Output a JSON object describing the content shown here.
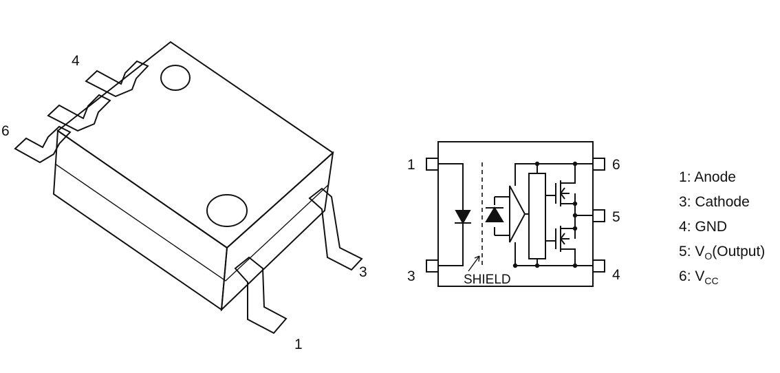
{
  "package": {
    "pin_labels": [
      "4",
      "6",
      "3",
      "1"
    ]
  },
  "schematic": {
    "pins_left": [
      "1",
      "3"
    ],
    "pins_right": [
      "6",
      "5",
      "4"
    ],
    "shield_label": "SHIELD"
  },
  "legend": {
    "items": [
      {
        "num": "1",
        "sep": ": ",
        "name": "Anode",
        "sub": "",
        "suffix": ""
      },
      {
        "num": "3",
        "sep": ": ",
        "name": "Cathode",
        "sub": "",
        "suffix": ""
      },
      {
        "num": "4",
        "sep": ": ",
        "name": "GND",
        "sub": "",
        "suffix": ""
      },
      {
        "num": "5",
        "sep": ": ",
        "name": "V",
        "sub": "O",
        "suffix": "(Output)"
      },
      {
        "num": "6",
        "sep": ": ",
        "name": "V",
        "sub": "CC",
        "suffix": ""
      }
    ]
  }
}
